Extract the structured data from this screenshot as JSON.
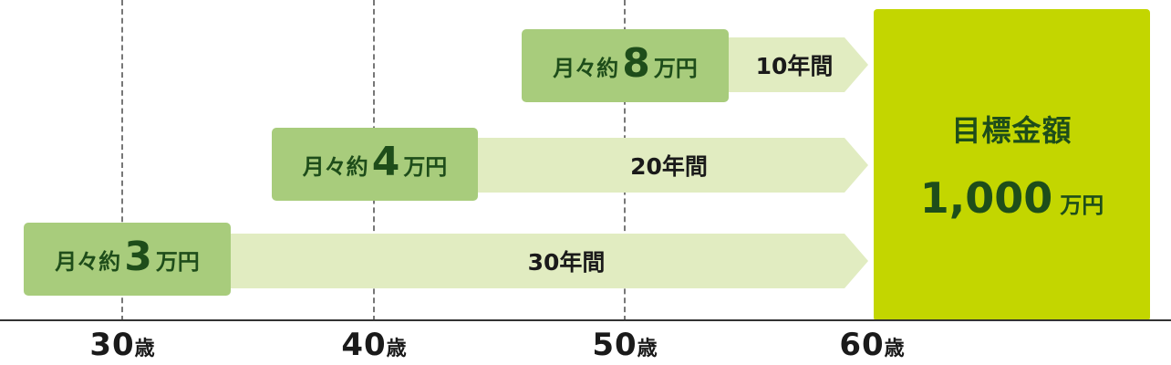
{
  "colors": {
    "monthly_box": "#a8cc7c",
    "arrow": "#e1ecc1",
    "goal_box": "#c3d600",
    "text_dark_green": "#1e4d1a"
  },
  "ages": [
    {
      "num": "30",
      "unit": "歳"
    },
    {
      "num": "40",
      "unit": "歳"
    },
    {
      "num": "50",
      "unit": "歳"
    },
    {
      "num": "60",
      "unit": "歳"
    }
  ],
  "plans": [
    {
      "prefix": "月々約",
      "amount": "8",
      "unit": "万円",
      "duration": "10年間"
    },
    {
      "prefix": "月々約",
      "amount": "4",
      "unit": "万円",
      "duration": "20年間"
    },
    {
      "prefix": "月々約",
      "amount": "3",
      "unit": "万円",
      "duration": "30年間"
    }
  ],
  "goal": {
    "label": "目標金額",
    "value": "1,000",
    "unit": "万円"
  }
}
